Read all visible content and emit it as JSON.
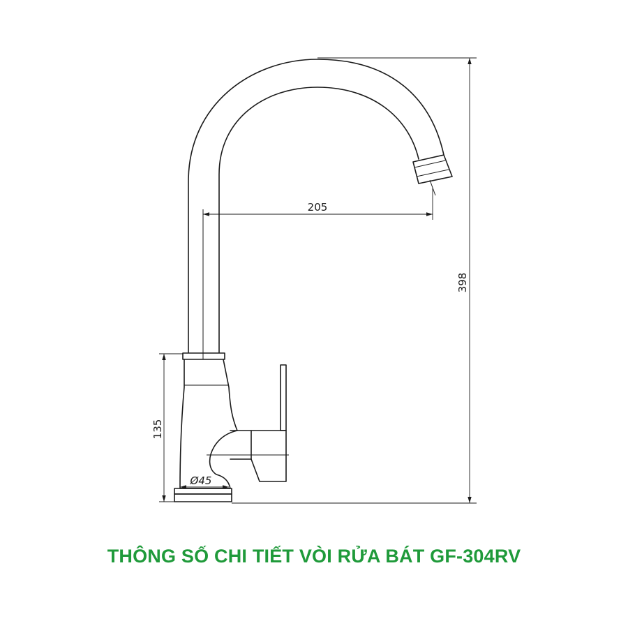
{
  "caption": "THÔNG SỐ CHI TIẾT VÒI RỬA BÁT GF-304RV",
  "colors": {
    "caption": "#1f9a3a",
    "line": "#1a1a1a",
    "background": "#ffffff"
  },
  "dimensions": {
    "spout_reach": "205",
    "total_height": "398",
    "body_height": "135",
    "base_diameter": "Ø45"
  }
}
